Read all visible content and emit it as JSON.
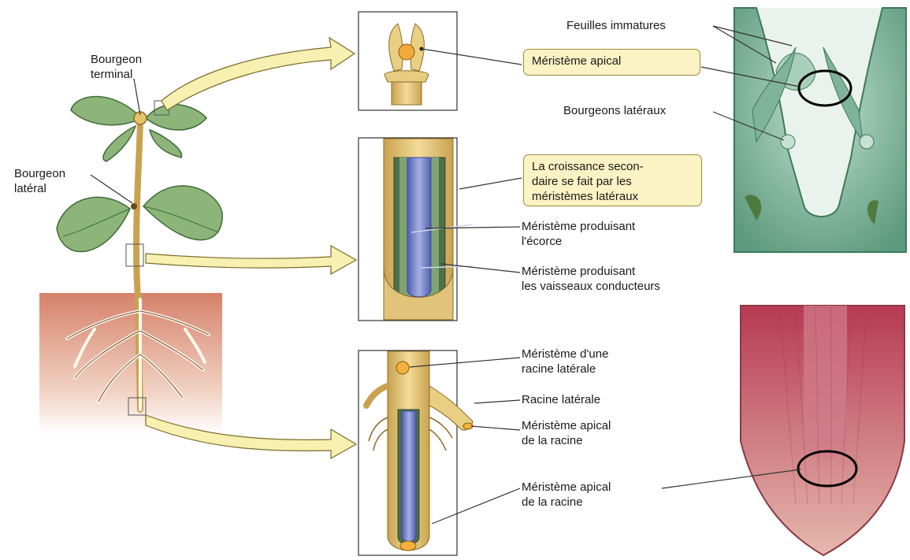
{
  "labels": {
    "bourgeon_terminal": "Bourgeon\nterminal",
    "bourgeon_lateral": "Bourgeon\nlatéral",
    "feuilles_immatures": "Feuilles immatures",
    "meristeme_apical": "Méristème apical",
    "bourgeons_lateraux": "Bourgeons latéraux",
    "croissance_secondaire": "La croissance secon-\ndaire se fait par les\nméristèmes latéraux",
    "meristeme_ecorce": "Méristème produisant\nl'écorce",
    "meristeme_vaisseaux": "Méristème produisant\nles vaisseaux conducteurs",
    "meristeme_racine_laterale": "Méristème d'une\nracine latérale",
    "racine_laterale": "Racine latérale",
    "meristeme_apical_racine_1": "Méristème apical\nde la racine",
    "meristeme_apical_racine_2": "Méristème apical\nde la racine"
  },
  "colors": {
    "leaf": "#7aa86a",
    "stem": "#d9b86c",
    "soil": "#d9876a",
    "arrow_fill": "#f7f0b0",
    "meristem_blue": "#6f7fc8",
    "stem_tissue_green": "#5f7b56",
    "micrograph_green": "#6fa88f",
    "micrograph_red": "#c85b6a"
  }
}
